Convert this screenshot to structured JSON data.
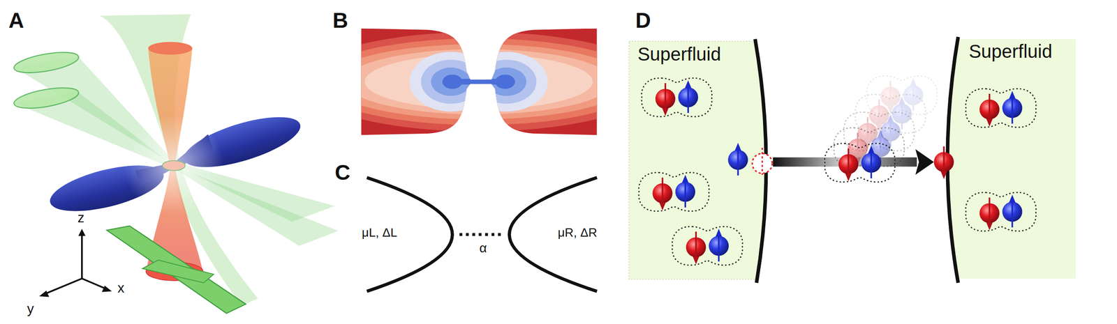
{
  "diagram": {
    "nodes": [
      {
        "text": [
          "Superfluid"
        ]
      },
      {
        "text": [
          "Superfluid"
        ]
      }
    ],
    "edges": [
      {
        "from": 0,
        "to": 1,
        "arrow": "to"
      }
    ],
    "labels": [
      "A",
      "B",
      "C",
      "D",
      "z",
      "x",
      "y",
      "μL, ΔL",
      "α",
      "μR, ΔR"
    ]
  }
}
